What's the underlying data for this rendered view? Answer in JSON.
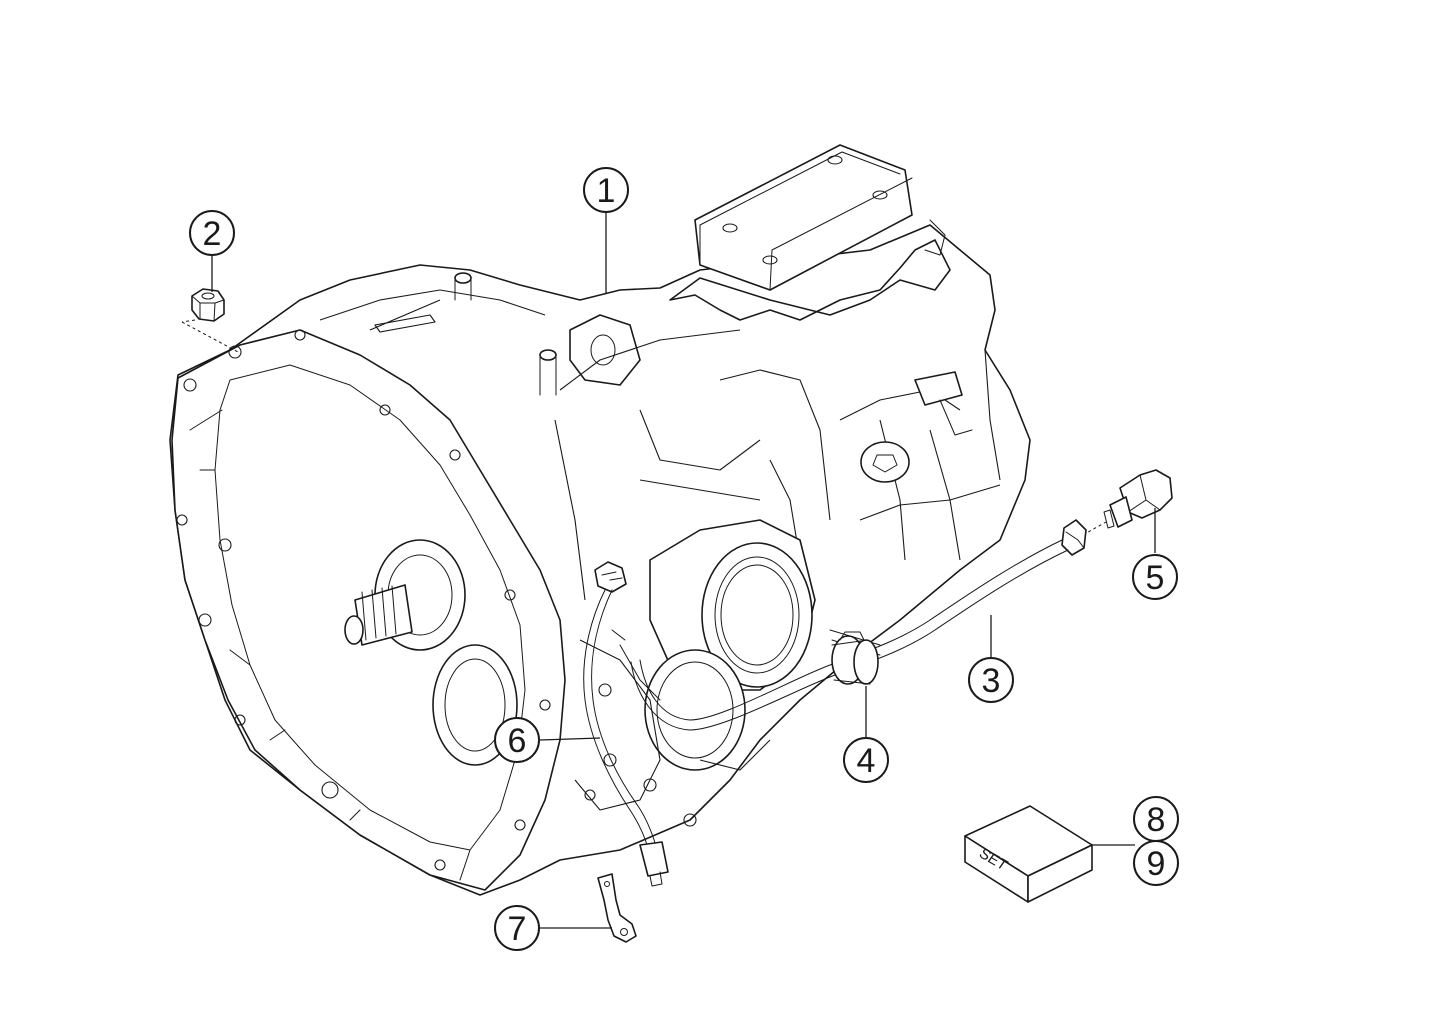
{
  "callouts": {
    "c1": "1",
    "c2": "2",
    "c3": "3",
    "c4": "4",
    "c5": "5",
    "c6": "6",
    "c7": "7",
    "c8": "8",
    "c9": "9"
  },
  "set_box": {
    "label": "SET"
  }
}
